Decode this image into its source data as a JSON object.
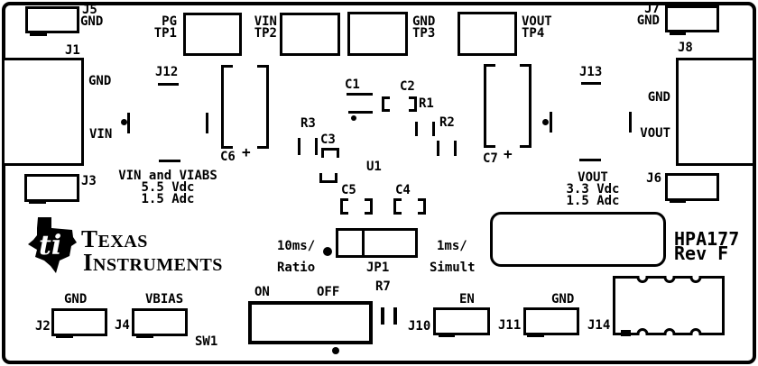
{
  "colors": {
    "silkscreen": "#000000",
    "board": "#ffffff"
  },
  "board": {
    "model": "HPA177",
    "rev": "Rev F"
  },
  "logo": {
    "ti_monogram": "ti",
    "texas_initial": "T",
    "texas_rest": "EXAS",
    "instruments_initial": "I",
    "instruments_rest": "NSTRUMENTS"
  },
  "testpoints": {
    "tp1": {
      "signal": "PG",
      "ref": "TP1"
    },
    "tp2": {
      "signal": "VIN",
      "ref": "TP2"
    },
    "tp3": {
      "signal": "GND",
      "ref": "TP3"
    },
    "tp4": {
      "signal": "VOUT",
      "ref": "TP4"
    }
  },
  "connectors": {
    "j1": {
      "ref": "J1",
      "pin_top": "GND",
      "pin_bottom": "VIN"
    },
    "j2": {
      "ref": "J2",
      "signal": "GND"
    },
    "j3": {
      "ref": "J3"
    },
    "j4": {
      "ref": "J4",
      "signal": "VBIAS"
    },
    "j5": {
      "ref": "J5",
      "signal": "GND"
    },
    "j6": {
      "ref": "J6"
    },
    "j7": {
      "ref": "J7",
      "signal": "GND"
    },
    "j8": {
      "ref": "J8",
      "pin_top": "GND",
      "pin_bottom": "VOUT"
    },
    "j10": {
      "ref": "J10",
      "signal": "EN"
    },
    "j11": {
      "ref": "J11",
      "signal": "GND"
    },
    "j12": {
      "ref": "J12"
    },
    "j13": {
      "ref": "J13"
    },
    "j14": {
      "ref": "J14"
    }
  },
  "components": {
    "c1": "C1",
    "c2": "C2",
    "c3": "C3",
    "c4": "C4",
    "c5": "C5",
    "c6": "C6",
    "c6_polarity": "+",
    "c7": "C7",
    "c7_polarity": "+",
    "r1": "R1",
    "r2": "R2",
    "r3": "R3",
    "r7": "R7",
    "u1": "U1"
  },
  "jumper": {
    "ref": "JP1",
    "left_line1": "10ms/",
    "left_line2": "Ratio",
    "right_line1": "1ms/",
    "right_line2": "Simult"
  },
  "switch": {
    "ref": "SW1",
    "on": "ON",
    "off": "OFF"
  },
  "ratings": {
    "input": {
      "line1": "VIN and VIABS",
      "line2": "5.5 Vdc",
      "line3": "1.5 Adc"
    },
    "output": {
      "line1": "VOUT",
      "line2": "3.3 Vdc",
      "line3": "1.5 Adc"
    }
  }
}
